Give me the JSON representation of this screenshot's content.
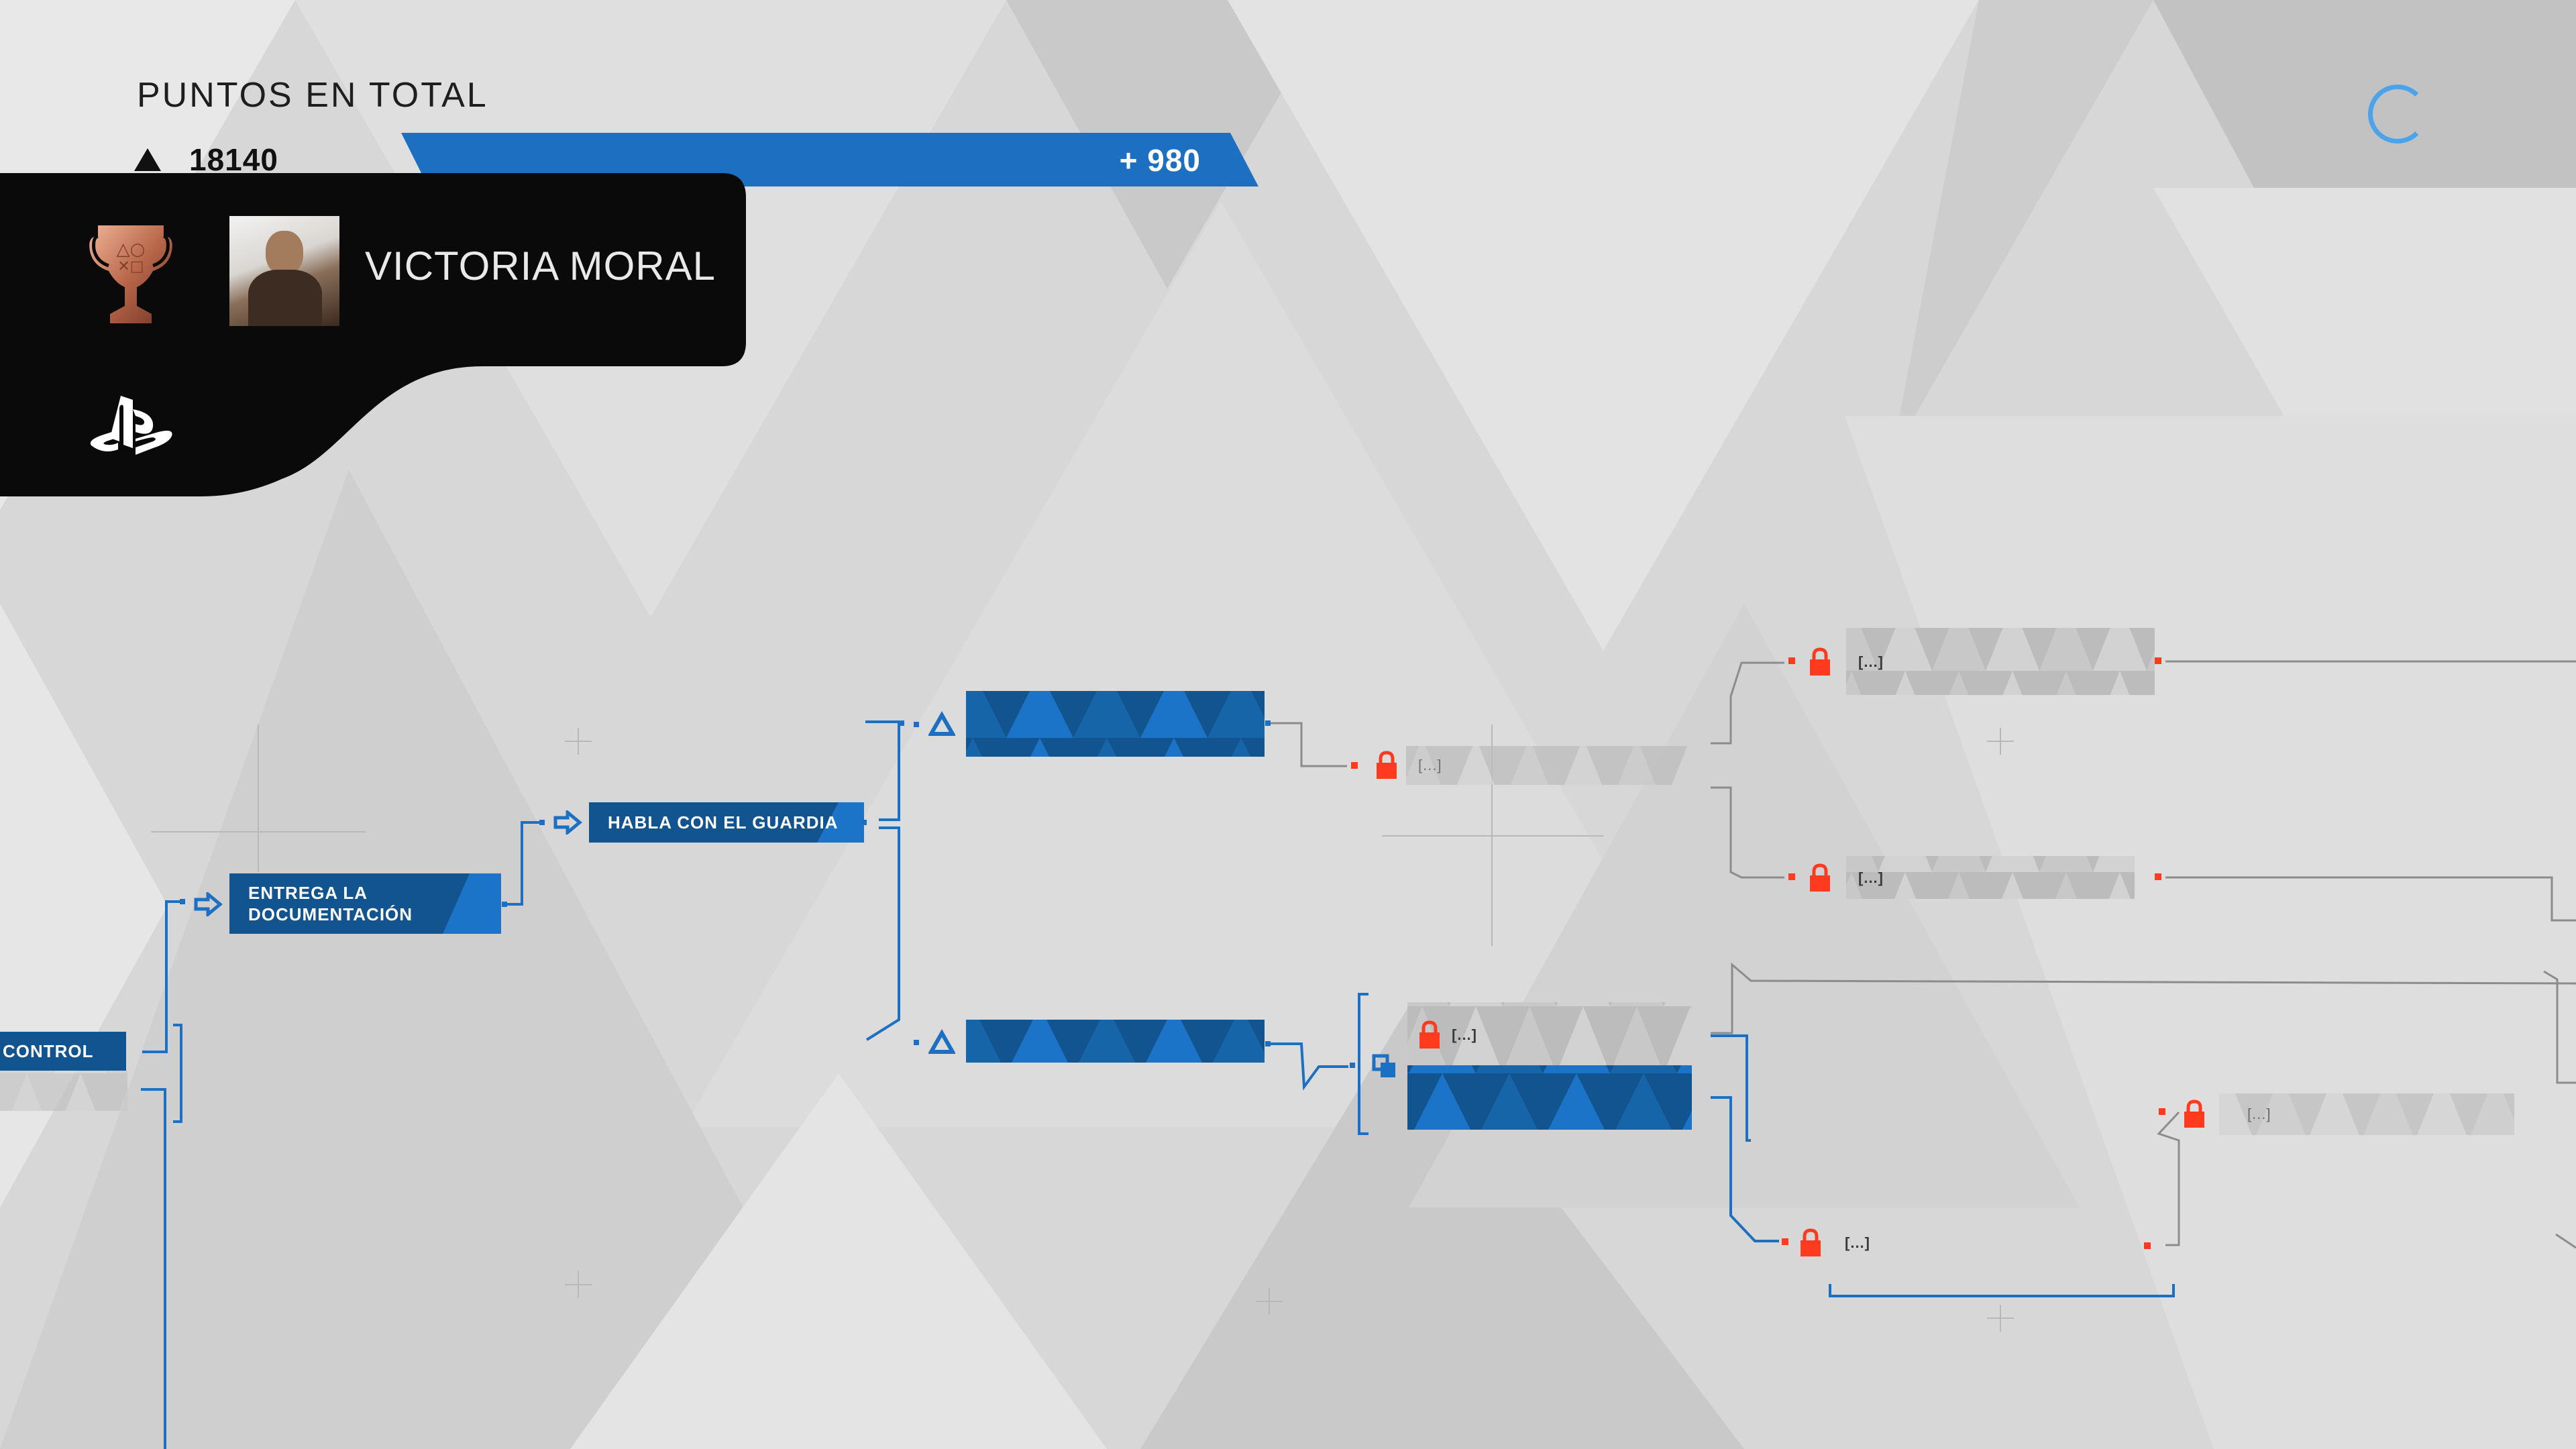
{
  "hud": {
    "points_title": "PUNTOS EN TOTAL",
    "points_total": "18140",
    "points_gain": "+ 980",
    "accent_color": "#1d6fc2"
  },
  "trophy": {
    "name": "VICTORIA MORAL",
    "trophy_type": "bronze-trophy-icon",
    "platform": "playstation-logo"
  },
  "flowchart": {
    "nodes": {
      "control": "CONTROL",
      "entrega_line1": "ENTREGA LA",
      "entrega_line2": "DOCUMENTACIÓN",
      "habla": "HABLA CON EL GUARDIA",
      "locked_a": "[...]",
      "locked_b": "[...]",
      "locked_c": "[...]",
      "locked_d": "[...]",
      "locked_e": "[...]",
      "locked_f": "[...]"
    },
    "colors": {
      "node_blue": "#11548f",
      "node_blue_light": "#1c74c8",
      "lock_red": "#ff3b1f",
      "connector": "#1d6fc2"
    }
  }
}
